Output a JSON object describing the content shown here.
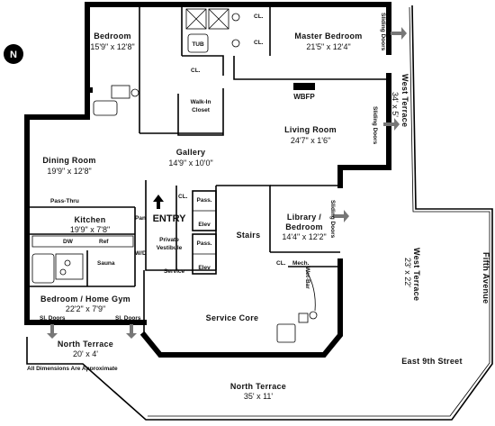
{
  "compass": {
    "label": "N"
  },
  "rooms": {
    "bedroom": {
      "name": "Bedroom",
      "dims": "15'9\" x 12'8\""
    },
    "master_bedroom": {
      "name": "Master Bedroom",
      "dims": "21'5\" x 12'4\""
    },
    "living_room": {
      "name": "Living Room",
      "dims": "24'7\" x 1'6\""
    },
    "dining_room": {
      "name": "Dining Room",
      "dims": "19'9\" x 12'8\""
    },
    "gallery": {
      "name": "Gallery",
      "dims": "14'9\" x 10'0\""
    },
    "kitchen": {
      "name": "Kitchen",
      "dims": "19'9\" x 7'8\""
    },
    "library": {
      "name_line1": "Library /",
      "name_line2": "Bedroom",
      "dims": "14'4\" x 12'2\""
    },
    "bedroom_gym": {
      "name": "Bedroom / Home Gym",
      "dims": "22'2\" x 7'9\""
    },
    "service_core": {
      "name": "Service Core"
    },
    "stairs": {
      "name": "Stairs"
    },
    "walk_in_closet": {
      "line1": "Walk-In",
      "line2": "Closet"
    },
    "private_vestibule": {
      "line1": "Private",
      "line2": "Vestibule"
    }
  },
  "terraces": {
    "west_top": {
      "name": "West Terrace",
      "dims": "34' x 5'"
    },
    "west_right": {
      "name": "West Terrace",
      "dims": "23' x 22'"
    },
    "north_small": {
      "name": "North Terrace",
      "dims": "20' x 4'"
    },
    "north_large": {
      "name": "North Terrace",
      "dims": "35' x 11'"
    }
  },
  "streets": {
    "fifth_avenue": "Fifth Avenue",
    "east_9th": "East 9th Street"
  },
  "labels": {
    "entry": "ENTRY",
    "pass_elev": [
      "Pass.",
      "Elev"
    ],
    "tub": "TUB",
    "closet": "CL.",
    "wbfp": "WBFP",
    "pass_thru": "Pass-Thru",
    "dw": "DW",
    "ref": "Ref",
    "sauna": "Sauna",
    "pan": "Pan",
    "wd": "W/D",
    "service": "Service",
    "mech": "Mech.",
    "wet_bar": "Wet-Bar",
    "sliding_doors": "Sliding Doors",
    "sl_doors": "Sl. Doors",
    "disclaimer": "All Dimensions Are Approximate"
  }
}
